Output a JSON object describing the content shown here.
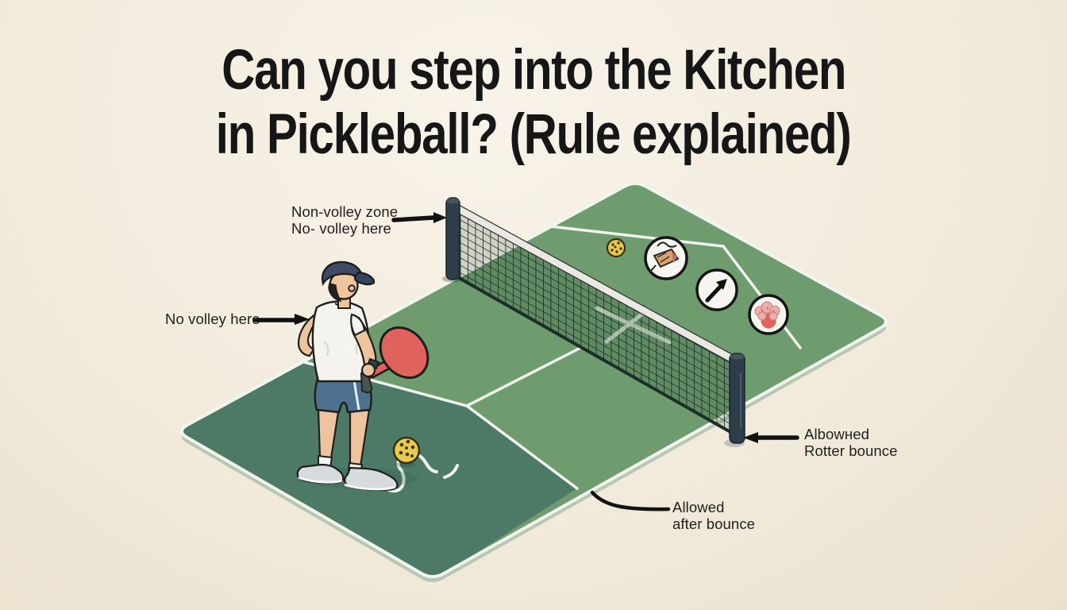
{
  "title": {
    "line1": "Can you step into the Kitchen",
    "line2": "in Pickleball? (Rule explained)"
  },
  "annotations": {
    "non_volley_zone": {
      "line1": "Non-volley zone",
      "line2": "No- volley here"
    },
    "no_volley": {
      "text": "No volley here"
    },
    "allowed_post": {
      "line1": "Albowʜed",
      "line2": "Rotter bounce"
    },
    "allowed_bounce": {
      "line1": "Allowed",
      "line2": "after bounce"
    }
  },
  "scene": {
    "badges": [
      {
        "icon": "kitchen-sketch-icon"
      },
      {
        "icon": "up-right-arrow-icon"
      },
      {
        "icon": "flower-cluster-icon"
      }
    ],
    "objects": [
      "pickleball-court",
      "net",
      "player",
      "pickleball-paddle",
      "pickleball"
    ]
  },
  "colors": {
    "background": "#f2ebdc",
    "court_green": "#6f9c6e",
    "kitchen_teal": "#4c7a67",
    "court_line": "#f2f5ee",
    "net_post": "#2e3d49",
    "paddle_red": "#e0625c",
    "ball_yellow": "#eac94e",
    "badge_ring": "#141414",
    "text": "#1e1e1e"
  }
}
